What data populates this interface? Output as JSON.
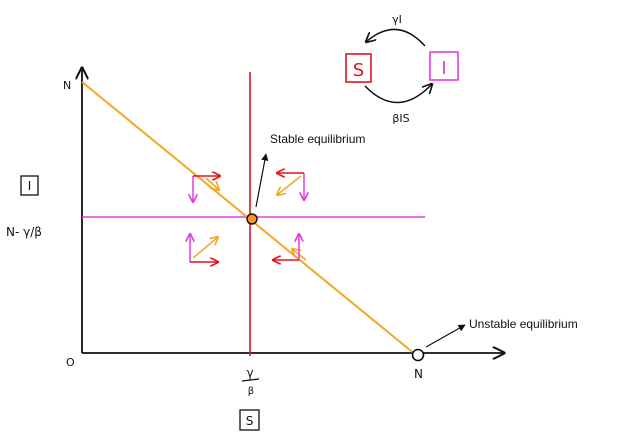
{
  "axes": {
    "y_top": "N",
    "origin": "O",
    "y_box": "I",
    "y_threshold": "N- γ/β",
    "x_threshold_num": "γ",
    "x_threshold_den": "β",
    "x_right": "N",
    "x_box": "S"
  },
  "cycle": {
    "s_box": "S",
    "i_box": "I",
    "top_rate": "γI",
    "bottom_rate": "βIS"
  },
  "annotations": {
    "stable": "Stable equilibrium",
    "unstable": "Unstable equilibrium"
  },
  "colors": {
    "axis": "#111111",
    "diagonal": "#f5a623",
    "s_nullcline": "#e0151e",
    "i_nullcline": "#e23ce0",
    "stable_point": "#f59a1e",
    "orange_arrow": "#f5a623"
  }
}
